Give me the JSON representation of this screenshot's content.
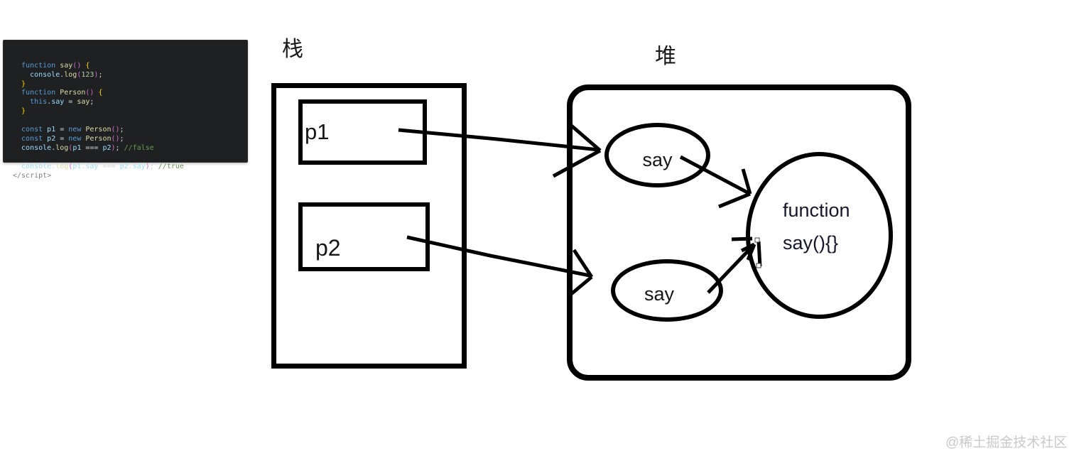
{
  "page": {
    "background": "#ffffff",
    "watermark": "@稀土掘金技术社区",
    "line_color": "#000000"
  },
  "code_panel": {
    "background": "#1f2021",
    "token_colors": {
      "kw": "#569cd6",
      "fn": "#dcdcaa",
      "vr": "#9cdcfe",
      "nm": "#b5cea8",
      "cm": "#6a9955",
      "pl": "#d4d4d4",
      "pp": "#cf6ccf",
      "bg": "#ffd700",
      "tg": "#7f7f7f"
    },
    "lines": [
      [
        [
          "kw",
          "  function "
        ],
        [
          "fn",
          "say"
        ],
        [
          "pp",
          "()"
        ],
        [
          "pl",
          " "
        ],
        [
          "bg",
          "{"
        ]
      ],
      [
        [
          "vr",
          "    console"
        ],
        [
          "pl",
          "."
        ],
        [
          "fn",
          "log"
        ],
        [
          "pp",
          "("
        ],
        [
          "nm",
          "123"
        ],
        [
          "pp",
          ")"
        ],
        [
          "pl",
          ";"
        ]
      ],
      [
        [
          "bg",
          "  }"
        ]
      ],
      [
        [
          "kw",
          "  function "
        ],
        [
          "fn",
          "Person"
        ],
        [
          "pp",
          "()"
        ],
        [
          "pl",
          " "
        ],
        [
          "bg",
          "{"
        ]
      ],
      [
        [
          "kw",
          "    this"
        ],
        [
          "pl",
          "."
        ],
        [
          "vr",
          "say"
        ],
        [
          "pl",
          " = "
        ],
        [
          "fn",
          "say"
        ],
        [
          "pl",
          ";"
        ]
      ],
      [
        [
          "bg",
          "  }"
        ]
      ],
      [],
      [
        [
          "kw",
          "  const "
        ],
        [
          "vr",
          "p1"
        ],
        [
          "pl",
          " = "
        ],
        [
          "kw",
          "new "
        ],
        [
          "fn",
          "Person"
        ],
        [
          "pp",
          "()"
        ],
        [
          "pl",
          ";"
        ]
      ],
      [
        [
          "kw",
          "  const "
        ],
        [
          "vr",
          "p2"
        ],
        [
          "pl",
          " = "
        ],
        [
          "kw",
          "new "
        ],
        [
          "fn",
          "Person"
        ],
        [
          "pp",
          "()"
        ],
        [
          "pl",
          ";"
        ]
      ],
      [
        [
          "vr",
          "  console"
        ],
        [
          "pl",
          "."
        ],
        [
          "fn",
          "log"
        ],
        [
          "pp",
          "("
        ],
        [
          "vr",
          "p1"
        ],
        [
          "pl",
          " === "
        ],
        [
          "vr",
          "p2"
        ],
        [
          "pp",
          ")"
        ],
        [
          "pl",
          "; "
        ],
        [
          "cm",
          "//false"
        ]
      ],
      [],
      [
        [
          "vr",
          "  console"
        ],
        [
          "pl",
          "."
        ],
        [
          "fn",
          "log"
        ],
        [
          "pp",
          "("
        ],
        [
          "vr",
          "p1"
        ],
        [
          "pl",
          "."
        ],
        [
          "vr",
          "say"
        ],
        [
          "pl",
          " === "
        ],
        [
          "vr",
          "p2"
        ],
        [
          "pl",
          "."
        ],
        [
          "vr",
          "say"
        ],
        [
          "pp",
          ")"
        ],
        [
          "pl",
          "; "
        ],
        [
          "cm",
          "//true"
        ]
      ],
      [
        [
          "tg",
          "</script>"
        ]
      ]
    ]
  },
  "stack": {
    "label": "栈",
    "items": [
      {
        "label": "p1"
      },
      {
        "label": "p2"
      }
    ]
  },
  "heap": {
    "label": "堆",
    "say_top": {
      "label": "say"
    },
    "say_bottom": {
      "label": "say"
    },
    "function_node": {
      "line1": "function",
      "line2": "say(){}"
    }
  },
  "arrows": [
    {
      "from": "p1",
      "to": "say-top"
    },
    {
      "from": "p2",
      "to": "say-bottom"
    },
    {
      "from": "say-top",
      "to": "function-node"
    },
    {
      "from": "say-bottom",
      "to": "function-node"
    }
  ]
}
